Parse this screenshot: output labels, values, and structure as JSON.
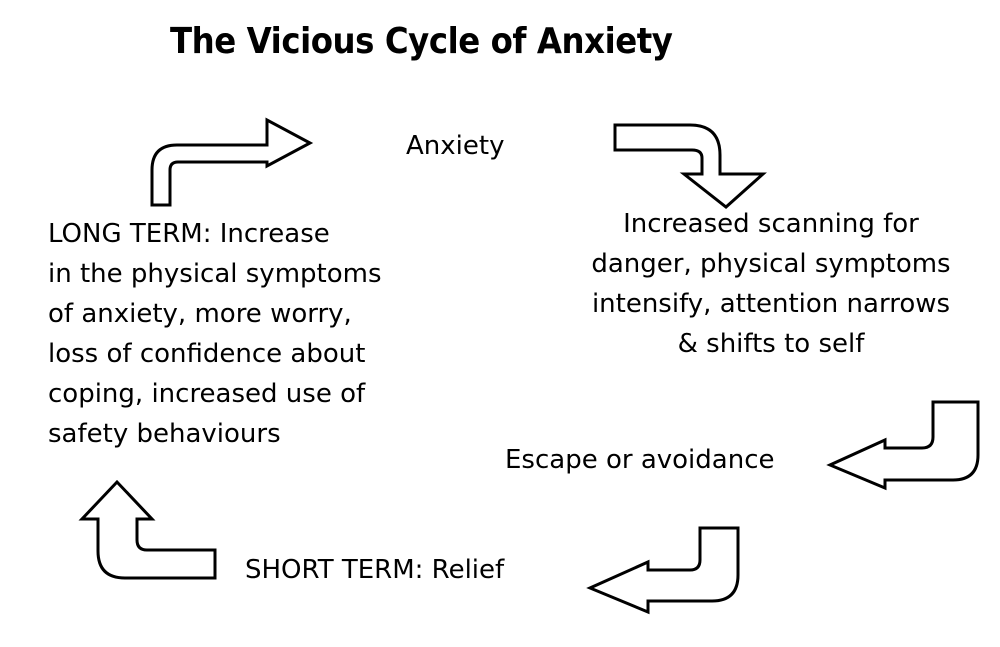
{
  "title": "The Vicious Cycle of Anxiety",
  "nodes": {
    "anxiety": "Anxiety",
    "scanning": [
      "Increased scanning for",
      "danger, physical symptoms",
      "intensify, attention narrows",
      "& shifts to self"
    ],
    "escape": "Escape or avoidance",
    "short_term": "SHORT TERM: Relief",
    "long_term": [
      "LONG TERM: Increase",
      "in the physical symptoms",
      "of anxiety, more worry,",
      "loss of confidence about",
      "coping, increased use of",
      "safety behaviours"
    ]
  },
  "arrows": [
    {
      "name": "arrow-long-term-to-anxiety-icon",
      "direction": "up-then-right"
    },
    {
      "name": "arrow-anxiety-to-scanning-icon",
      "direction": "right-then-down"
    },
    {
      "name": "arrow-scanning-to-escape-icon",
      "direction": "down-then-left"
    },
    {
      "name": "arrow-escape-to-short-term-icon",
      "direction": "down-then-left"
    },
    {
      "name": "arrow-short-term-to-long-term-icon",
      "direction": "left-then-up"
    }
  ]
}
